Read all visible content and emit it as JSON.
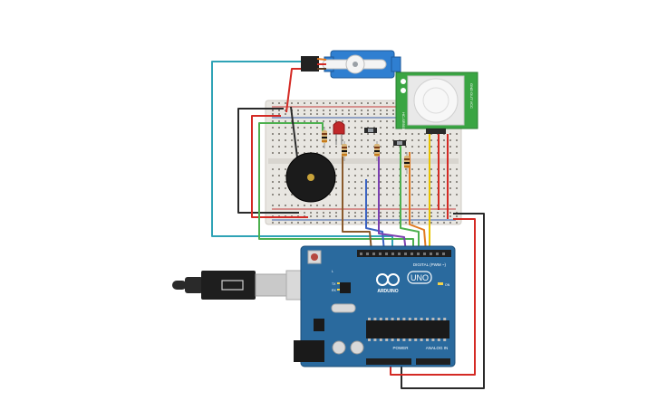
{
  "arduino": {
    "brand": "ARDUINO",
    "model": "UNO",
    "digital_label": "DIGITAL (PWM ~)",
    "analog_label": "ANALOG IN",
    "power_label": "POWER",
    "tx_label": "TX",
    "rx_label": "RX",
    "on_label": "ON",
    "l_label": "L"
  },
  "pir_sensor": {
    "name": "HC-SR501",
    "pins": "GND OUT VCC"
  },
  "colors": {
    "board": "#2a6a9e",
    "breadboard": "#e8e6e1",
    "wire_red": "#d42a24",
    "wire_black": "#2a2a2a",
    "wire_teal": "#2fa3b6",
    "wire_green": "#4cb04e",
    "wire_purple": "#7b3fb0",
    "wire_brown": "#8a5a2b",
    "wire_yellow": "#e8c400",
    "wire_orange": "#e07a22"
  }
}
